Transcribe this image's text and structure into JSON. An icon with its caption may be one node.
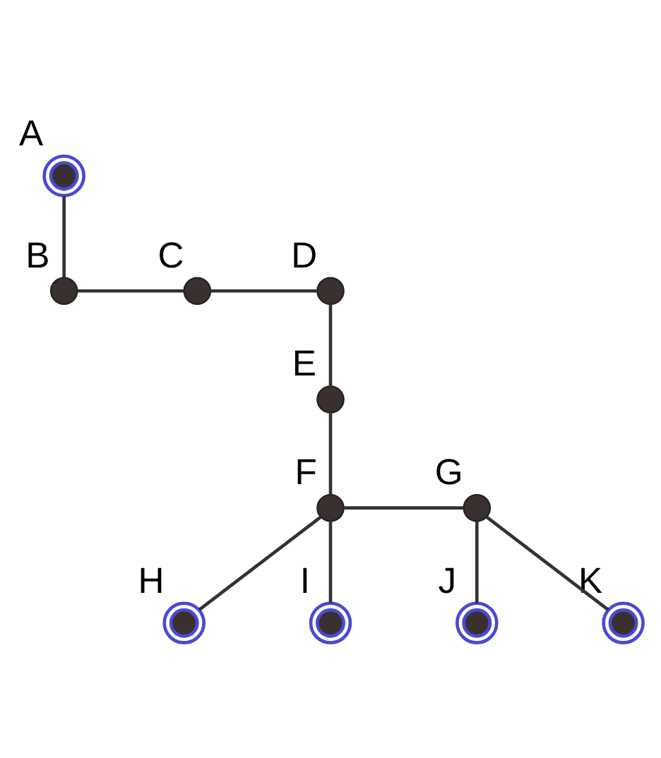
{
  "diagram": {
    "nodes": [
      {
        "text": [],
        "shape": "circle",
        "beside": [
          "A"
        ]
      },
      {
        "text": [],
        "shape": "point",
        "beside": [
          "B"
        ]
      },
      {
        "text": [],
        "shape": "point",
        "beside": [
          "C"
        ]
      },
      {
        "text": [],
        "shape": "point",
        "beside": [
          "D"
        ]
      },
      {
        "text": [],
        "shape": "point",
        "beside": [
          "E"
        ]
      },
      {
        "text": [],
        "shape": "point",
        "beside": [
          "F"
        ]
      },
      {
        "text": [],
        "shape": "point",
        "beside": [
          "G"
        ]
      },
      {
        "text": [],
        "shape": "circle",
        "beside": [
          "H"
        ]
      },
      {
        "text": [],
        "shape": "circle",
        "beside": [
          "I"
        ]
      },
      {
        "text": [],
        "shape": "circle",
        "beside": [
          "J"
        ]
      },
      {
        "text": [],
        "shape": "circle",
        "beside": [
          "K"
        ]
      }
    ],
    "edges": [
      {
        "from": 0,
        "to": 1,
        "arrow": "none"
      },
      {
        "from": 1,
        "to": 2,
        "arrow": "none"
      },
      {
        "from": 2,
        "to": 3,
        "arrow": "none"
      },
      {
        "from": 3,
        "to": 4,
        "arrow": "none"
      },
      {
        "from": 4,
        "to": 5,
        "arrow": "none"
      },
      {
        "from": 5,
        "to": 6,
        "arrow": "none"
      },
      {
        "from": 5,
        "to": 7,
        "arrow": "none"
      },
      {
        "from": 5,
        "to": 8,
        "arrow": "none"
      },
      {
        "from": 6,
        "to": 9,
        "arrow": "none"
      },
      {
        "from": 6,
        "to": 10,
        "arrow": "none"
      }
    ]
  }
}
